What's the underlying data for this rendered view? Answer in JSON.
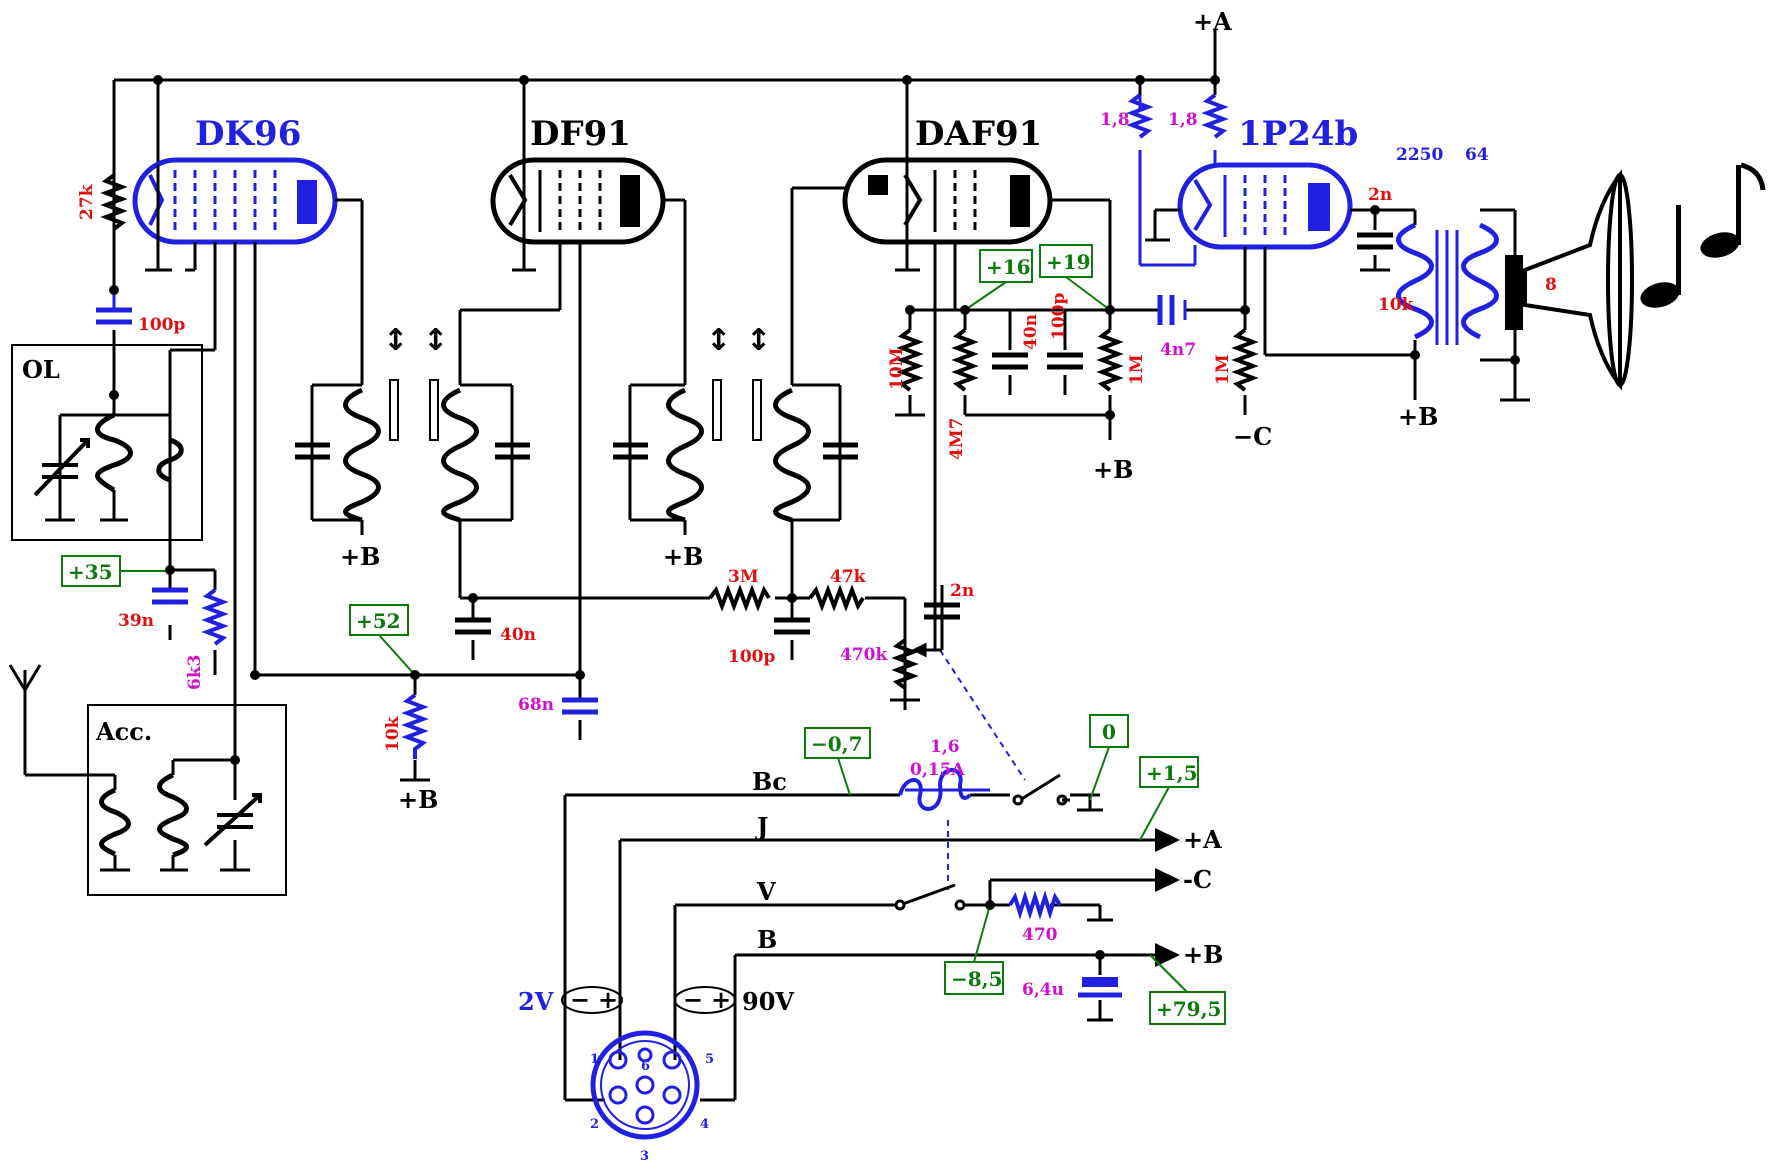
{
  "tubes": {
    "dk96": "DK96",
    "df91": "DF91",
    "daf91": "DAF91",
    "p1p24b": "1P24b"
  },
  "components": {
    "r_27k": "27k",
    "c_100p": "100p",
    "c_39n": "39n",
    "r_6k3": "6k3",
    "r_10k_b": "10k",
    "c_40n": "40n",
    "c_68n": "68n",
    "r_3m": "3M",
    "r_47k": "47k",
    "c_100p_b": "100p",
    "r_470k": "470k",
    "c_2n_b": "2n",
    "r_10m": "10M",
    "r_4m7": "4M7",
    "c_40n_b": "40n",
    "c_100p_c": "100p",
    "r_1m_a": "1M",
    "c_4n7": "4n7",
    "r_1m_b": "1M",
    "r_1_8_a": "1,8",
    "r_1_8_b": "1,8",
    "c_2n": "2n",
    "xf_2250": "2250",
    "xf_64": "64",
    "xf_10k": "10k",
    "spk_8": "8",
    "fil_1_6": "1,6",
    "fil_015a": "0,15A",
    "r_470": "470",
    "c_6_4u": "6,4u"
  },
  "boxes": {
    "ol": "OL",
    "acc": "Acc."
  },
  "voltages": {
    "v35": "+35",
    "v52": "+52",
    "v16": "+16",
    "v19": "+19",
    "v_0_7": "−0,7",
    "v0": "0",
    "v1_5": "+1,5",
    "v_8_5": "−8,5",
    "v79_5": "+79,5"
  },
  "rails": {
    "plus_a": "+A",
    "plus_b": "+B",
    "minus_c": "−C",
    "out_plus_a": "+A",
    "out_minus_c": "-C",
    "out_plus_b": "+B"
  },
  "wires": {
    "bc": "Bc",
    "j": "J",
    "v": "V",
    "b": "B"
  },
  "batteries": {
    "v2": "2V",
    "v90": "90V",
    "minus": "−",
    "plus": "+"
  },
  "pins": {
    "p1": "1",
    "p2": "2",
    "p3": "3",
    "p4": "4",
    "p5": "5",
    "p6": "6"
  },
  "colors": {
    "wire": "#000000",
    "blue": "#2020e0",
    "red": "#e01010",
    "magenta": "#d010d0",
    "green": "#0a7a0a"
  }
}
